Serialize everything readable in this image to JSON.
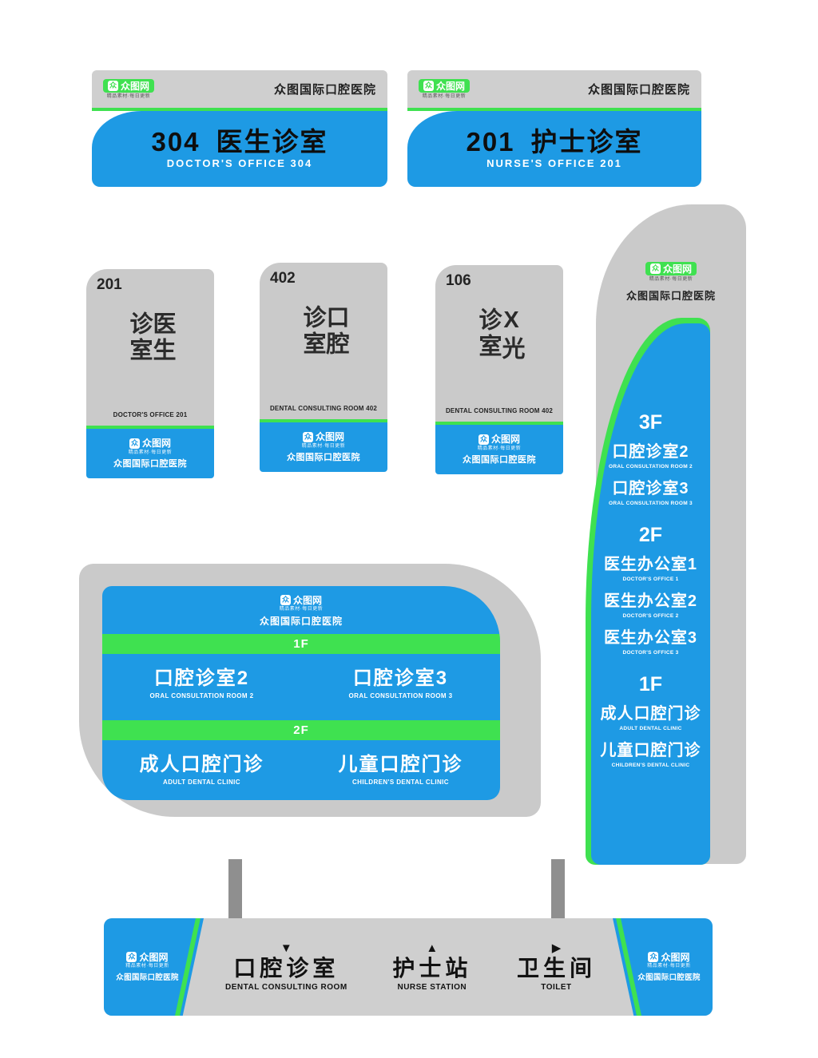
{
  "brand": {
    "logo_mark": "众",
    "logo_text": "众图网",
    "logo_tagline": "精品素材·每日更新",
    "hospital_name": "众图国际口腔医院"
  },
  "door_signs": [
    {
      "number": "304",
      "title": "医生诊室",
      "subtitle": "DOCTOR'S OFFICE 304"
    },
    {
      "number": "201",
      "title": "护士诊室",
      "subtitle": "NURSE'S OFFICE 201"
    }
  ],
  "room_signs": [
    {
      "number": "201",
      "title": "医生诊室",
      "subtitle": "DOCTOR'S OFFICE 201"
    },
    {
      "number": "402",
      "title": "口腔诊室",
      "subtitle": "DENTAL CONSULTING ROOM 402"
    },
    {
      "number": "106",
      "title": "X光诊室",
      "subtitle": "DENTAL CONSULTING ROOM 402"
    }
  ],
  "directory_sign": {
    "floors": [
      {
        "label": "3F",
        "rooms": [
          {
            "name": "口腔诊室2",
            "en": "ORAL CONSULTATION ROOM 2"
          },
          {
            "name": "口腔诊室3",
            "en": "ORAL CONSULTATION ROOM 3"
          }
        ]
      },
      {
        "label": "2F",
        "rooms": [
          {
            "name": "医生办公室1",
            "en": "DOCTOR'S OFFICE 1"
          },
          {
            "name": "医生办公室2",
            "en": "DOCTOR'S OFFICE 2"
          },
          {
            "name": "医生办公室3",
            "en": "DOCTOR'S OFFICE 3"
          }
        ]
      },
      {
        "label": "1F",
        "rooms": [
          {
            "name": "成人口腔门诊",
            "en": "ADULT DENTAL CLINIC"
          },
          {
            "name": "儿童口腔门诊",
            "en": "CHILDREN'S DENTAL CLINIC"
          }
        ]
      }
    ]
  },
  "floor_sign": {
    "sections": [
      {
        "label": "1F",
        "rooms": [
          {
            "name": "口腔诊室2",
            "en": "ORAL CONSULTATION ROOM 2"
          },
          {
            "name": "口腔诊室3",
            "en": "ORAL CONSULTATION ROOM 3"
          }
        ]
      },
      {
        "label": "2F",
        "rooms": [
          {
            "name": "成人口腔门诊",
            "en": "ADULT DENTAL CLINIC"
          },
          {
            "name": "儿童口腔门诊",
            "en": "CHILDREN'S DENTAL CLINIC"
          }
        ]
      }
    ]
  },
  "hanging_sign": {
    "items": [
      {
        "arrow": "down",
        "glyph": "▼",
        "name": "口腔诊室",
        "en": "DENTAL CONSULTING ROOM"
      },
      {
        "arrow": "up",
        "glyph": "▲",
        "name": "护士站",
        "en": "NURSE STATION"
      },
      {
        "arrow": "right",
        "glyph": "▶",
        "name": "卫生间",
        "en": "TOILET"
      }
    ]
  },
  "colors": {
    "blue": "#1e9ae4",
    "green": "#3fe150",
    "panel_gray": "#cacaca",
    "post_gray": "#8f8f8f"
  }
}
